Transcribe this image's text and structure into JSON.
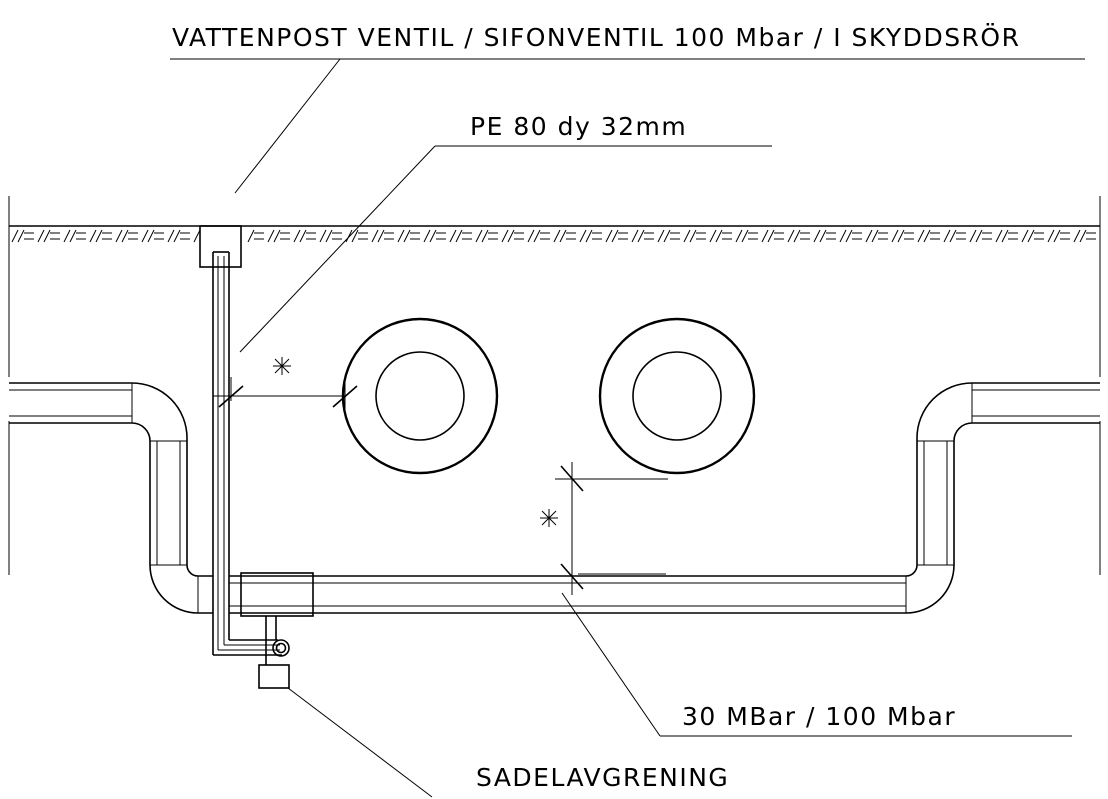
{
  "labels": {
    "valve": "VATTENPOST VENTIL / SIFONVENTIL 100 Mbar / I SKYDDSRÖR",
    "pe_pipe": "PE 80 dy 32mm",
    "pressure": "30 MBar / 100 Mbar",
    "saddle": "SADELAVGRENING"
  },
  "markers": {
    "distance_symbol": "✳"
  }
}
